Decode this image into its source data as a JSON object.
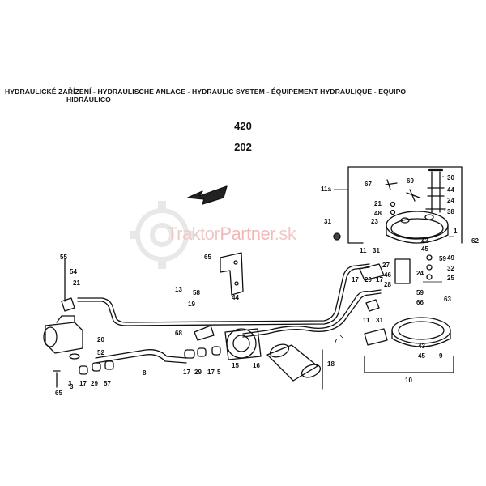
{
  "title": {
    "line1": "HYDRAULICKÉ ZAŘÍZENÍ - HYDRAULISCHE ANLAGE - HYDRAULIC SYSTEM - ÉQUIPEMENT HYDRAULIQUE - EQUIPO",
    "line2": "HIDRÁULICO"
  },
  "codes": [
    "420",
    "202"
  ],
  "watermark": {
    "part1": "Traktor",
    "part2": "Partner",
    "part3": ".sk"
  },
  "labels": [
    "30",
    "44",
    "24",
    "38",
    "67",
    "69",
    "11a",
    "21",
    "48",
    "23",
    "31",
    "1",
    "62",
    "59",
    "11",
    "31",
    "27",
    "49",
    "32",
    "25",
    "46",
    "17",
    "29",
    "17",
    "43",
    "45",
    "28",
    "24",
    "59",
    "66",
    "63",
    "43",
    "45",
    "9",
    "11",
    "31",
    "10",
    "7",
    "55",
    "54",
    "21",
    "65",
    "58",
    "44",
    "13",
    "19",
    "20",
    "52",
    "68",
    "3",
    "17",
    "29",
    "57",
    "8",
    "17",
    "29",
    "17",
    "5",
    "15",
    "16",
    "18",
    "65",
    "3"
  ]
}
